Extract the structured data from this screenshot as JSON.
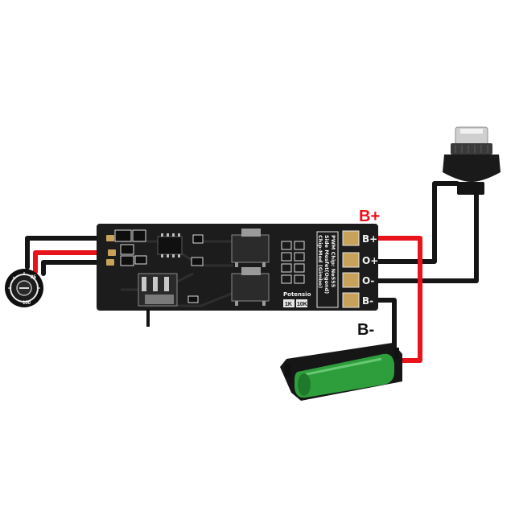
{
  "labels": {
    "b_plus": "B+",
    "b_minus": "B-"
  },
  "terminals": [
    {
      "id": "b-plus",
      "label": "B+"
    },
    {
      "id": "o-plus",
      "label": "O+"
    },
    {
      "id": "o-minus",
      "label": "O-"
    },
    {
      "id": "b-minus",
      "label": "B-"
    }
  ],
  "silkscreen": {
    "chip_lines": [
      "PWM Chip: Ne555",
      "Side Mosfet(Ogond)",
      "Chip-Mod (Gimbo)"
    ],
    "pot_title": "Potensio",
    "pot_opt_1": "1K",
    "pot_opt_2": "10K"
  },
  "potentiometer": {
    "ticks": [
      "25",
      "100"
    ]
  },
  "colors": {
    "positive_wire": "#e8131b",
    "negative_wire": "#151515",
    "board": "#1c1c1c",
    "pad": "#c8a25a",
    "battery": "#2e9e3c",
    "label_red": "#e8131b"
  },
  "icons": {
    "potentiometer": "potentiometer-icon",
    "switch": "slide-switch-icon",
    "battery": "18650-battery-icon",
    "connector": "510-connector-icon"
  }
}
